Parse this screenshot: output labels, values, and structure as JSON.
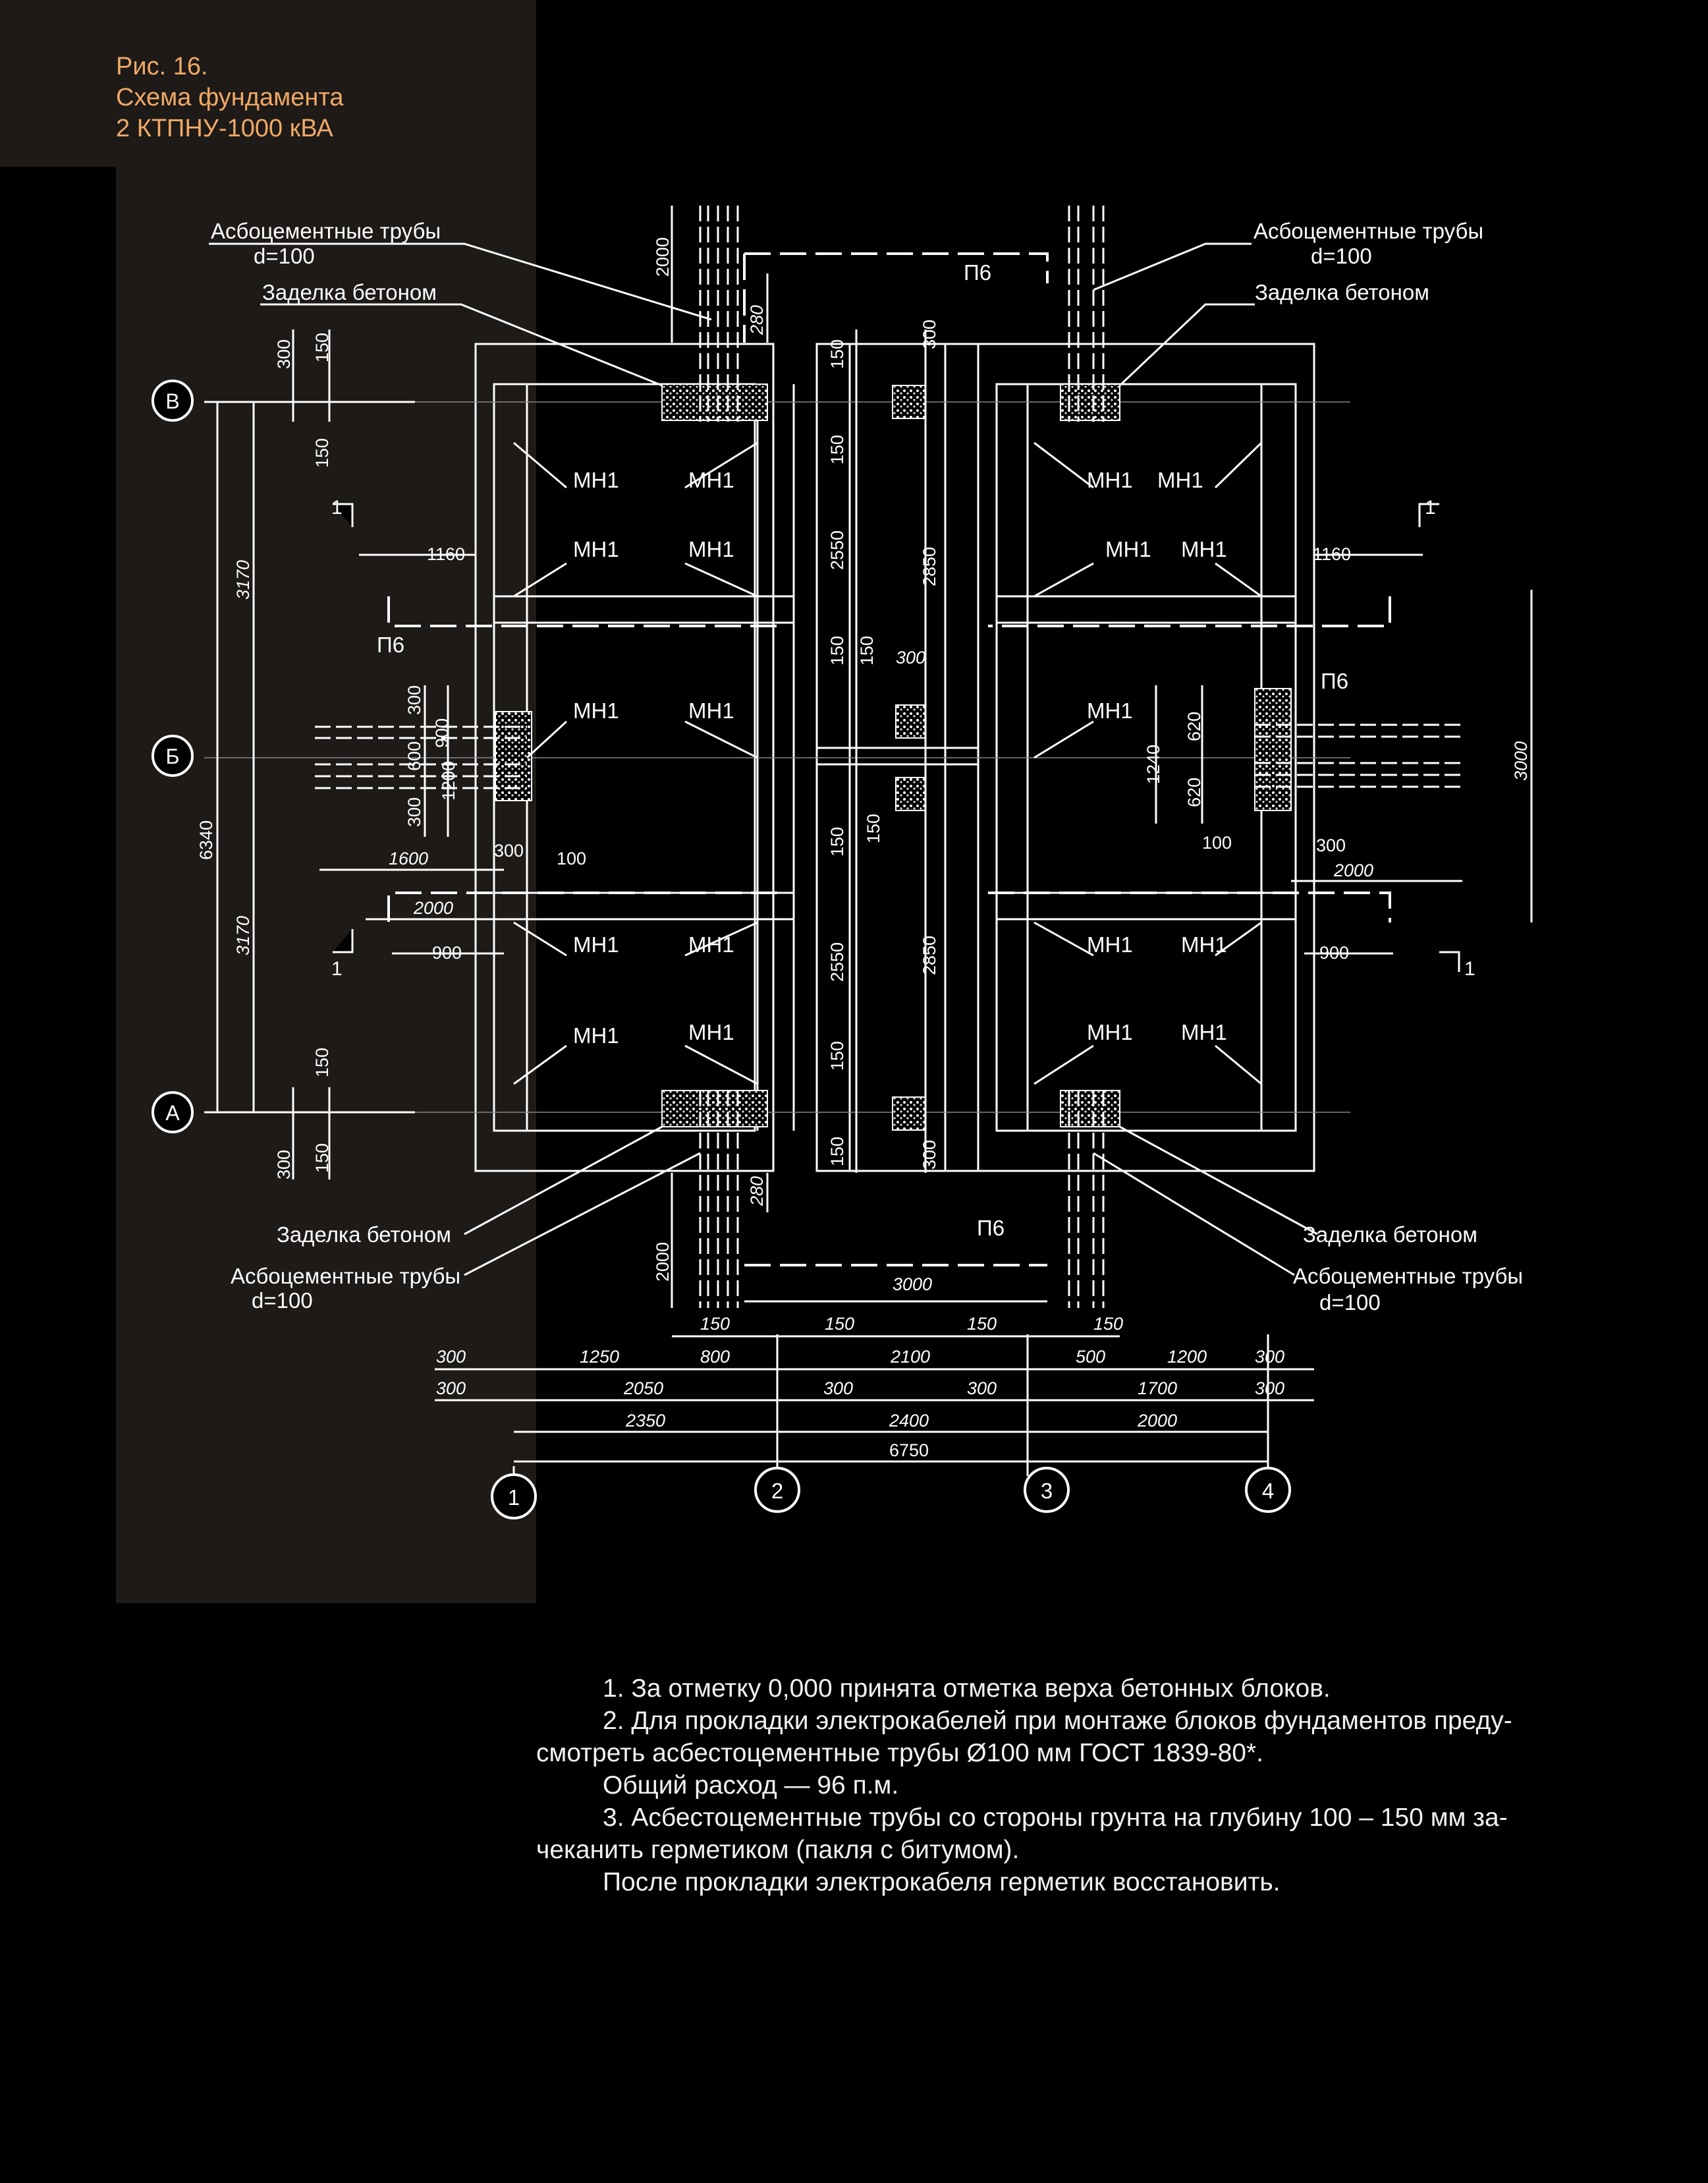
{
  "caption": {
    "line1": "Рис. 16.",
    "line2": "Схема фундамента",
    "line3": "2 КТПНУ-1000 кВА"
  },
  "colors": {
    "caption": "#f0a866",
    "line": "#ffffff",
    "panel": "#1d1a17",
    "background": "#000000"
  },
  "labels": {
    "asbestos_pipes": "Асбоцементные трубы",
    "pipe_diameter": "d=100",
    "concrete_seal": "Заделка бетоном",
    "block_mark": "МН1",
    "slab_mark": "П6"
  },
  "axes": {
    "rows": [
      "В",
      "Б",
      "А"
    ],
    "columns": [
      "1",
      "2",
      "3",
      "4"
    ]
  },
  "section_marks": [
    "1",
    "1",
    "1",
    "1"
  ],
  "dimensions": {
    "overall_width": "6750",
    "overall_height": "6340",
    "row_span": "3170",
    "chain_top_row": [
      "300",
      "1250",
      "800",
      "2100",
      "500",
      "1200",
      "300"
    ],
    "chain_mid_row": [
      "300",
      "2050",
      "300",
      "300",
      "1700",
      "300"
    ],
    "chain_axis_row": [
      "2350",
      "2400",
      "2000"
    ],
    "slab_width": "3000",
    "offsets_150": "150",
    "pipe_length": "2000",
    "pipe_offset": "280",
    "edge_300": "300",
    "block_2550": "2550",
    "block_2850": "2850",
    "wing_1160": "1160",
    "wing_1600": "1600",
    "wing_2000": "2000",
    "wing_900": "900",
    "wing_3000": "3000",
    "wing_1240": "1240",
    "wing_620": "620",
    "small_100": "100",
    "small_600": "600",
    "small_900": "900",
    "small_1200": "1200"
  },
  "notes": [
    "1. За отметку 0,000 принята отметка верха бетонных блоков.",
    "2. Для прокладки электрокабелей при монтаже блоков фундаментов преду-",
    "смотреть асбестоцементные трубы  Ø100 мм ГОСТ 1839-80*.",
    "Общий расход — 96 п.м.",
    "3. Асбестоцементные трубы со стороны грунта на глубину 100 – 150  мм за-",
    "чеканить герметиком  (пакля с битумом).",
    "После прокладки электрокабеля герметик восстановить."
  ]
}
